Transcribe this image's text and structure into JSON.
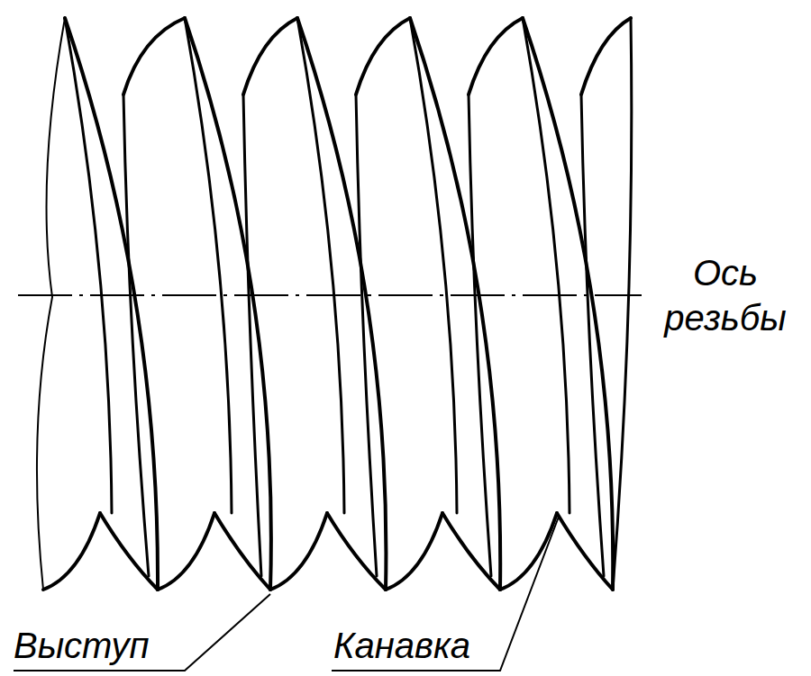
{
  "diagram": {
    "labels": [
      "Ось резьбы",
      "Выступ",
      "Канавка"
    ]
  }
}
